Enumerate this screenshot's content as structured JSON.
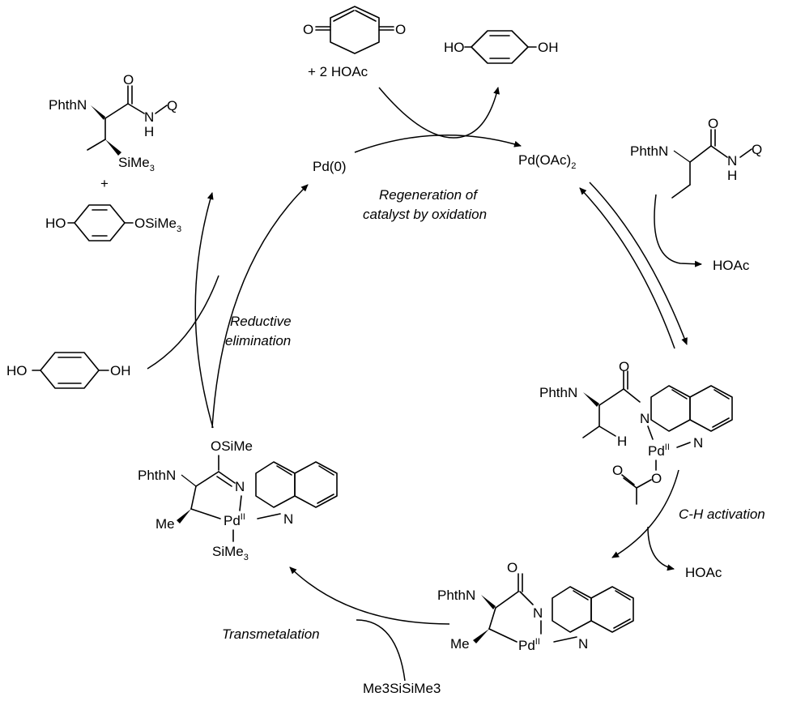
{
  "species": {
    "pd0": "Pd(0)",
    "pdoac2_main": "Pd(OAc)",
    "pdoac2_sub": "2",
    "hoac": "HOAc",
    "hoac_2": "+ 2 HOAc",
    "me3sisime3": "Me3SiSiMe3",
    "plus": "+"
  },
  "steps": {
    "regeneration_line1": "Regeneration of",
    "regeneration_line2": "catalyst by oxidation",
    "reductive_line1": "Reductive",
    "reductive_line2": "elimination",
    "ch_activation": "C-H activation",
    "transmetalation": "Transmetalation"
  },
  "atoms": {
    "phthn": "PhthN",
    "n": "N",
    "h": "H",
    "q": "Q",
    "o": "O",
    "ho": "HO",
    "oh": "OH",
    "pd": "Pd",
    "pd_ox": "II",
    "me": "Me",
    "sime3_main": "SiMe",
    "sime3_sub": "3",
    "osime3_main": "OSiMe",
    "osime_top": "OSiMe"
  }
}
